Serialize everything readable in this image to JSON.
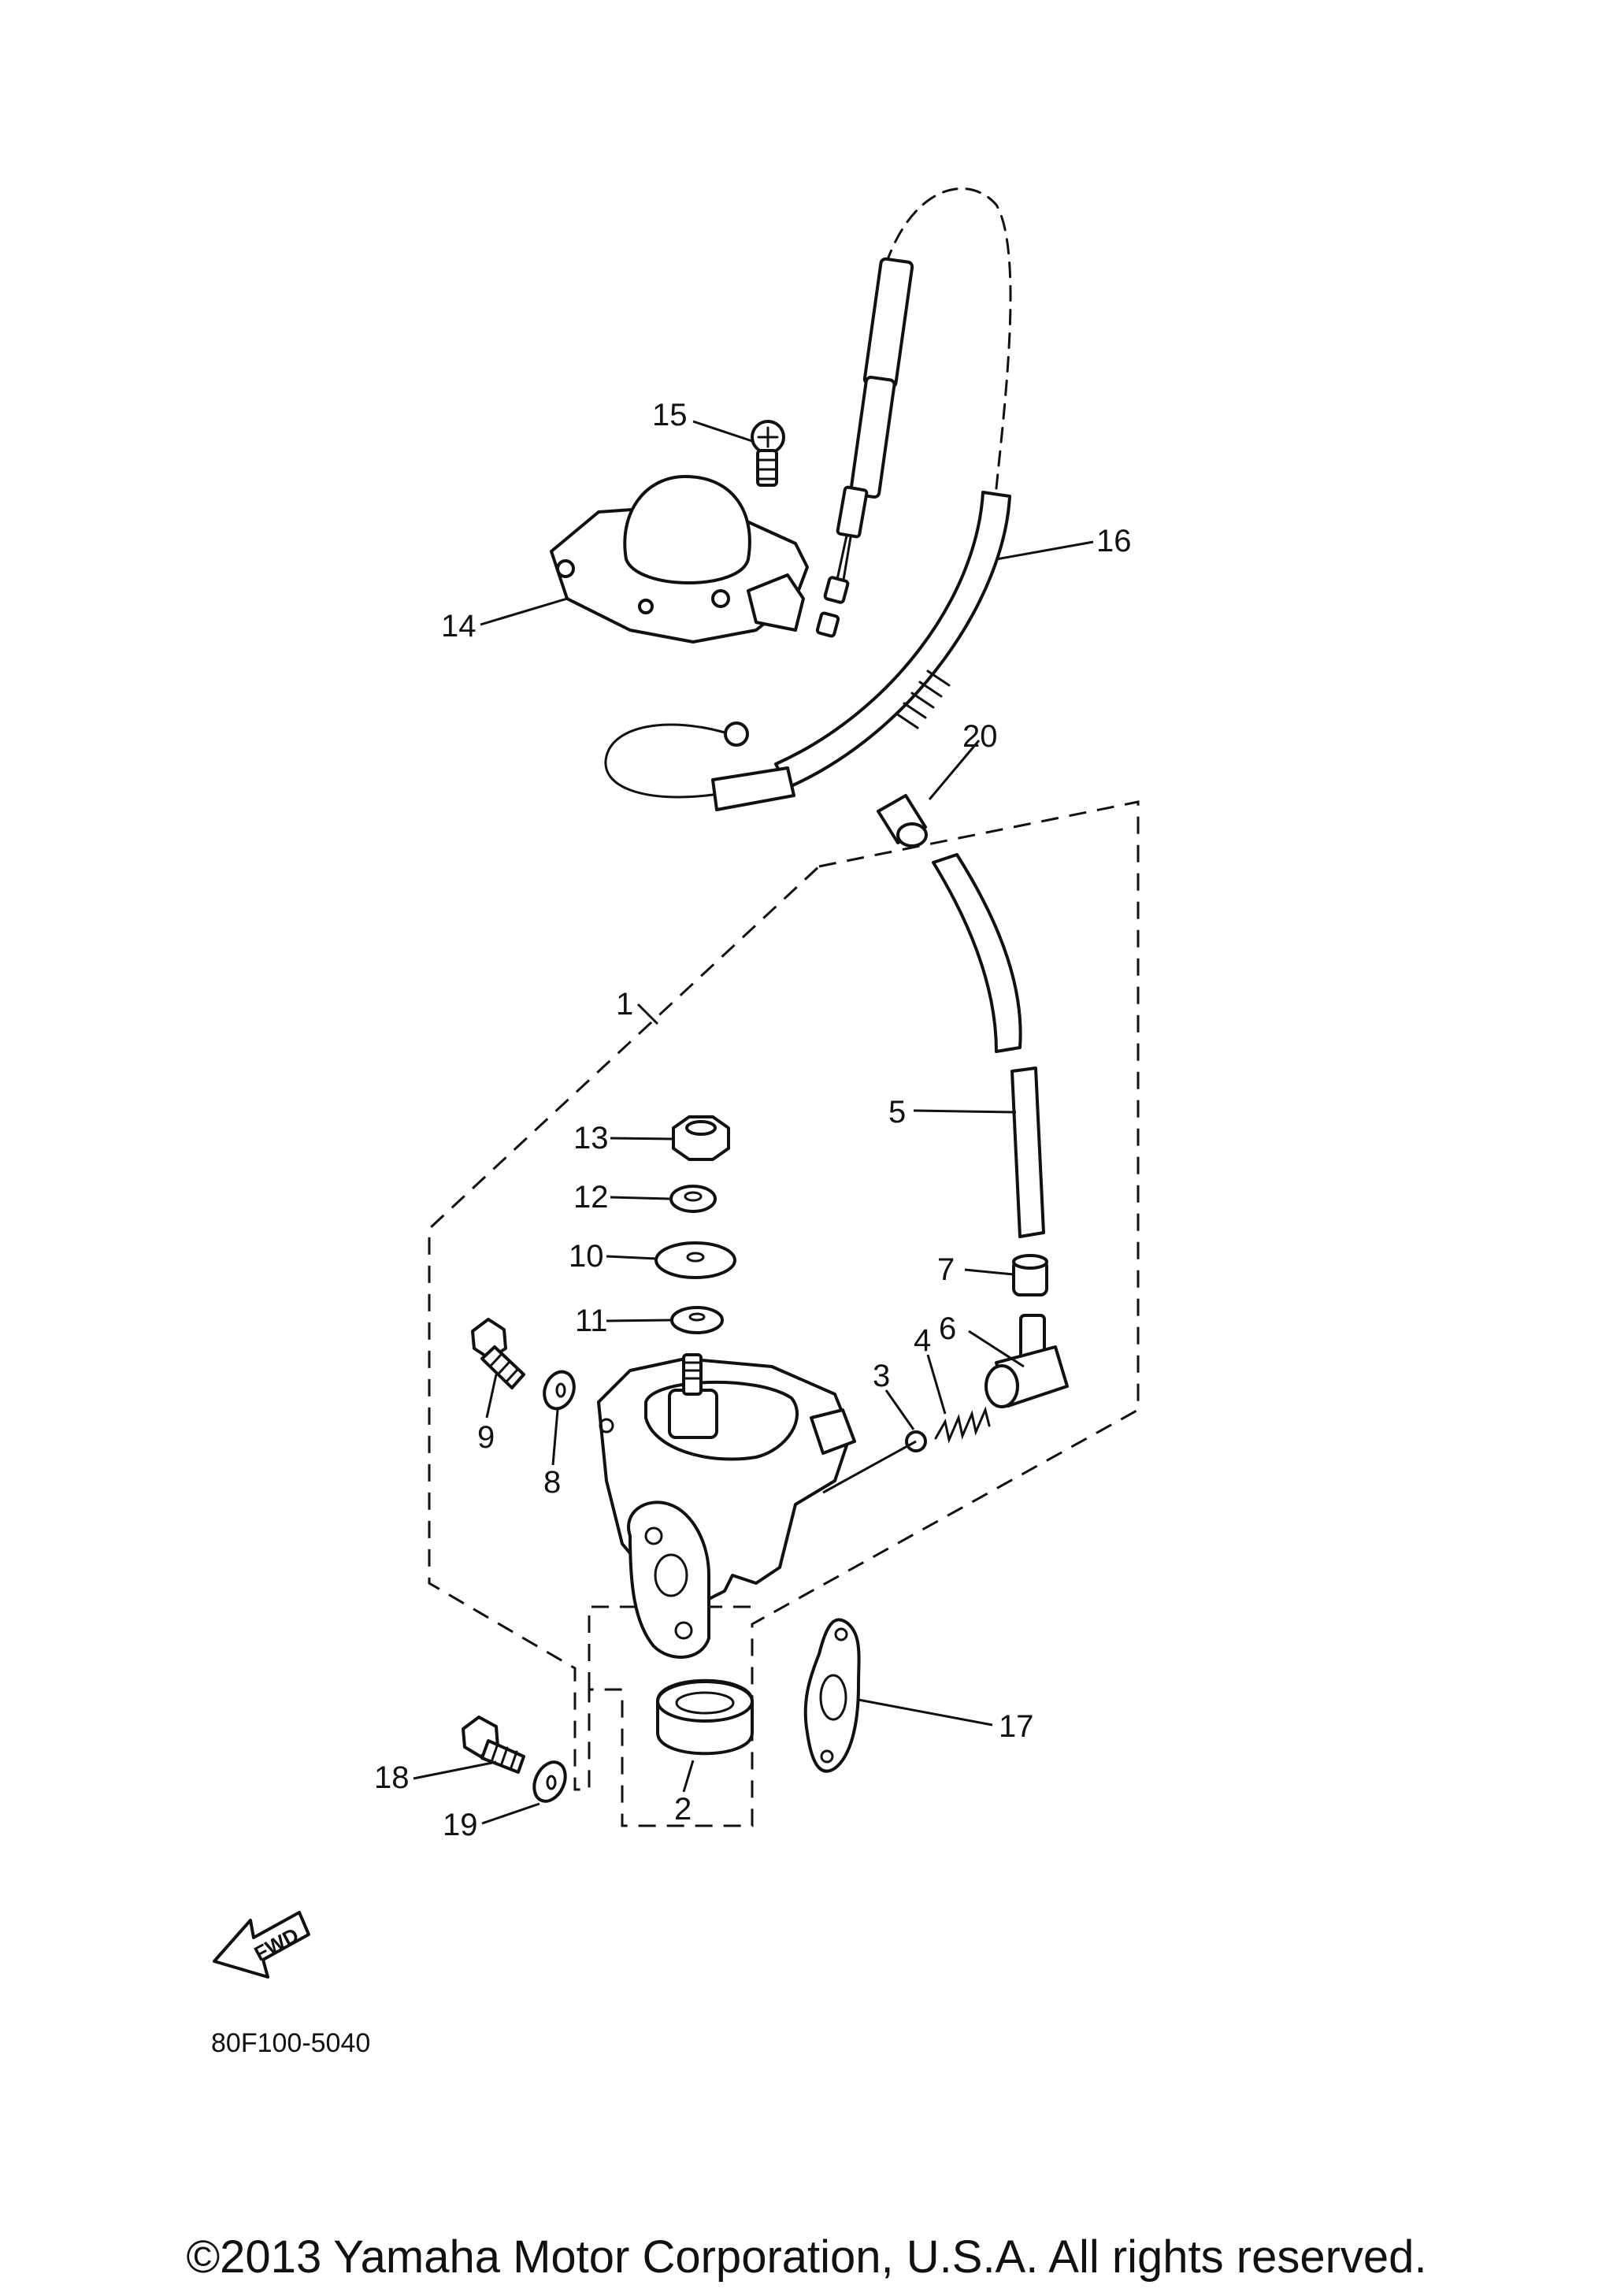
{
  "diagram": {
    "callouts": [
      {
        "id": "1",
        "label": "1"
      },
      {
        "id": "2",
        "label": "2"
      },
      {
        "id": "3",
        "label": "3"
      },
      {
        "id": "4",
        "label": "4"
      },
      {
        "id": "5",
        "label": "5"
      },
      {
        "id": "6",
        "label": "6"
      },
      {
        "id": "7",
        "label": "7"
      },
      {
        "id": "8",
        "label": "8"
      },
      {
        "id": "9",
        "label": "9"
      },
      {
        "id": "10",
        "label": "10"
      },
      {
        "id": "11",
        "label": "11"
      },
      {
        "id": "12",
        "label": "12"
      },
      {
        "id": "13",
        "label": "13"
      },
      {
        "id": "14",
        "label": "14"
      },
      {
        "id": "15",
        "label": "15"
      },
      {
        "id": "16",
        "label": "16"
      },
      {
        "id": "17",
        "label": "17"
      },
      {
        "id": "18",
        "label": "18"
      },
      {
        "id": "19",
        "label": "19"
      },
      {
        "id": "20",
        "label": "20"
      }
    ],
    "fwd_arrow_label": "FWD",
    "diagram_code": "80F100-5040"
  },
  "footer": {
    "copyright": "©2013 Yamaha Motor Corporation, U.S.A. All rights reserved."
  }
}
